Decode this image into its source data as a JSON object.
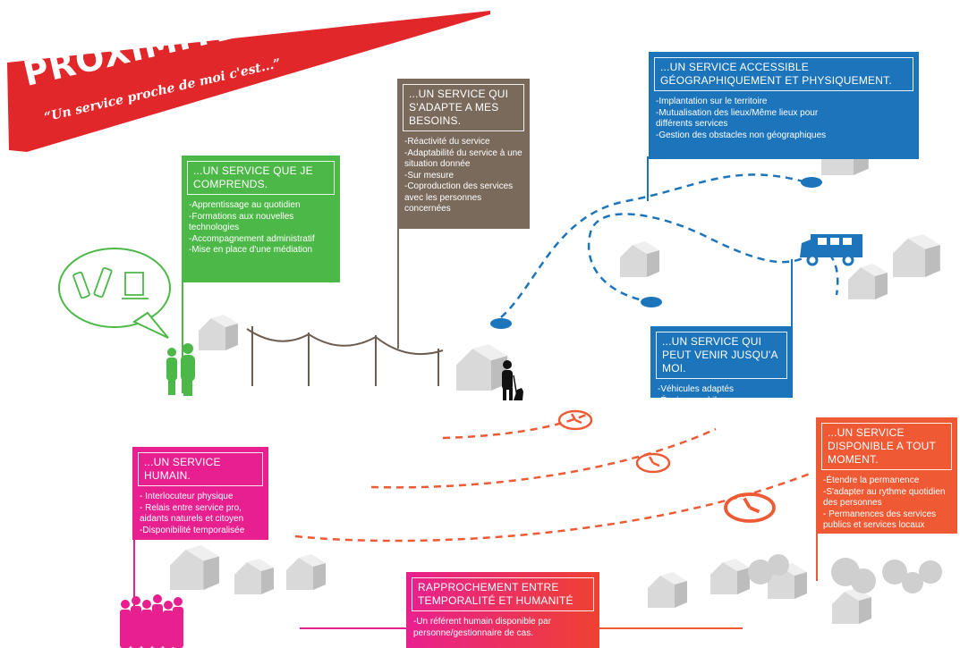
{
  "banner": {
    "title": "PROXIMITE",
    "subtitle": "“Un service proche de moi c'est...”"
  },
  "colors": {
    "red": "#e2272b",
    "green": "#4cb848",
    "brown": "#7a6a5c",
    "blue": "#1c74bb",
    "orange": "#ef5a35",
    "pink": "#e8208f",
    "magenta_red": "#ec2a72"
  },
  "panels": {
    "green": {
      "title": "...UN SERVICE QUE JE COMPRENDS.",
      "items": [
        "-Apprentissage au quotidien",
        "-Formations aux nouvelles technologies",
        "-Accompagnement administratif",
        "-Mise en place d'une médiation"
      ]
    },
    "brown": {
      "title": "...UN SERVICE QUI S'ADAPTE A MES BESOINS.",
      "items": [
        "-Réactivité du service",
        "-Adaptabilité du service à une situation donnée",
        "-Sur mesure",
        "-Coproduction des services avec les personnes concernées"
      ]
    },
    "blue_top": {
      "title": "...UN SERVICE ACCESSIBLE GÉOGRAPHIQUEMENT ET PHYSIQUEMENT.",
      "items": [
        "-Implantation sur le territoire",
        "-Mutualisation des lieux/Même lieux pour différents services",
        "-Gestion des obstacles non géographiques"
      ]
    },
    "blue_mid": {
      "title": "...UN SERVICE QUI PEUT VENIR JUSQU'A MOI.",
      "items": [
        "-Véhicules adaptés",
        "-Équipes mobiles"
      ]
    },
    "orange": {
      "title": "...UN SERVICE DISPONIBLE A TOUT MOMENT.",
      "items": [
        "-Étendre la permanence",
        "-S'adapter au rythme quotidien des personnes",
        "- Permanences des services publics et services locaux"
      ]
    },
    "pink": {
      "title": "...UN SERVICE HUMAIN.",
      "items": [
        "- Interlocuteur physique",
        "- Relais entre service pro, aidants naturels et citoyen",
        "-Disponibilité temporalisée"
      ]
    },
    "bottom": {
      "title": "RAPPROCHEMENT ENTRE TEMPORALITÉ ET HUMANITÉ",
      "items": [
        "-Un référent humain disponible par personne/gestionnaire de cas."
      ]
    }
  }
}
